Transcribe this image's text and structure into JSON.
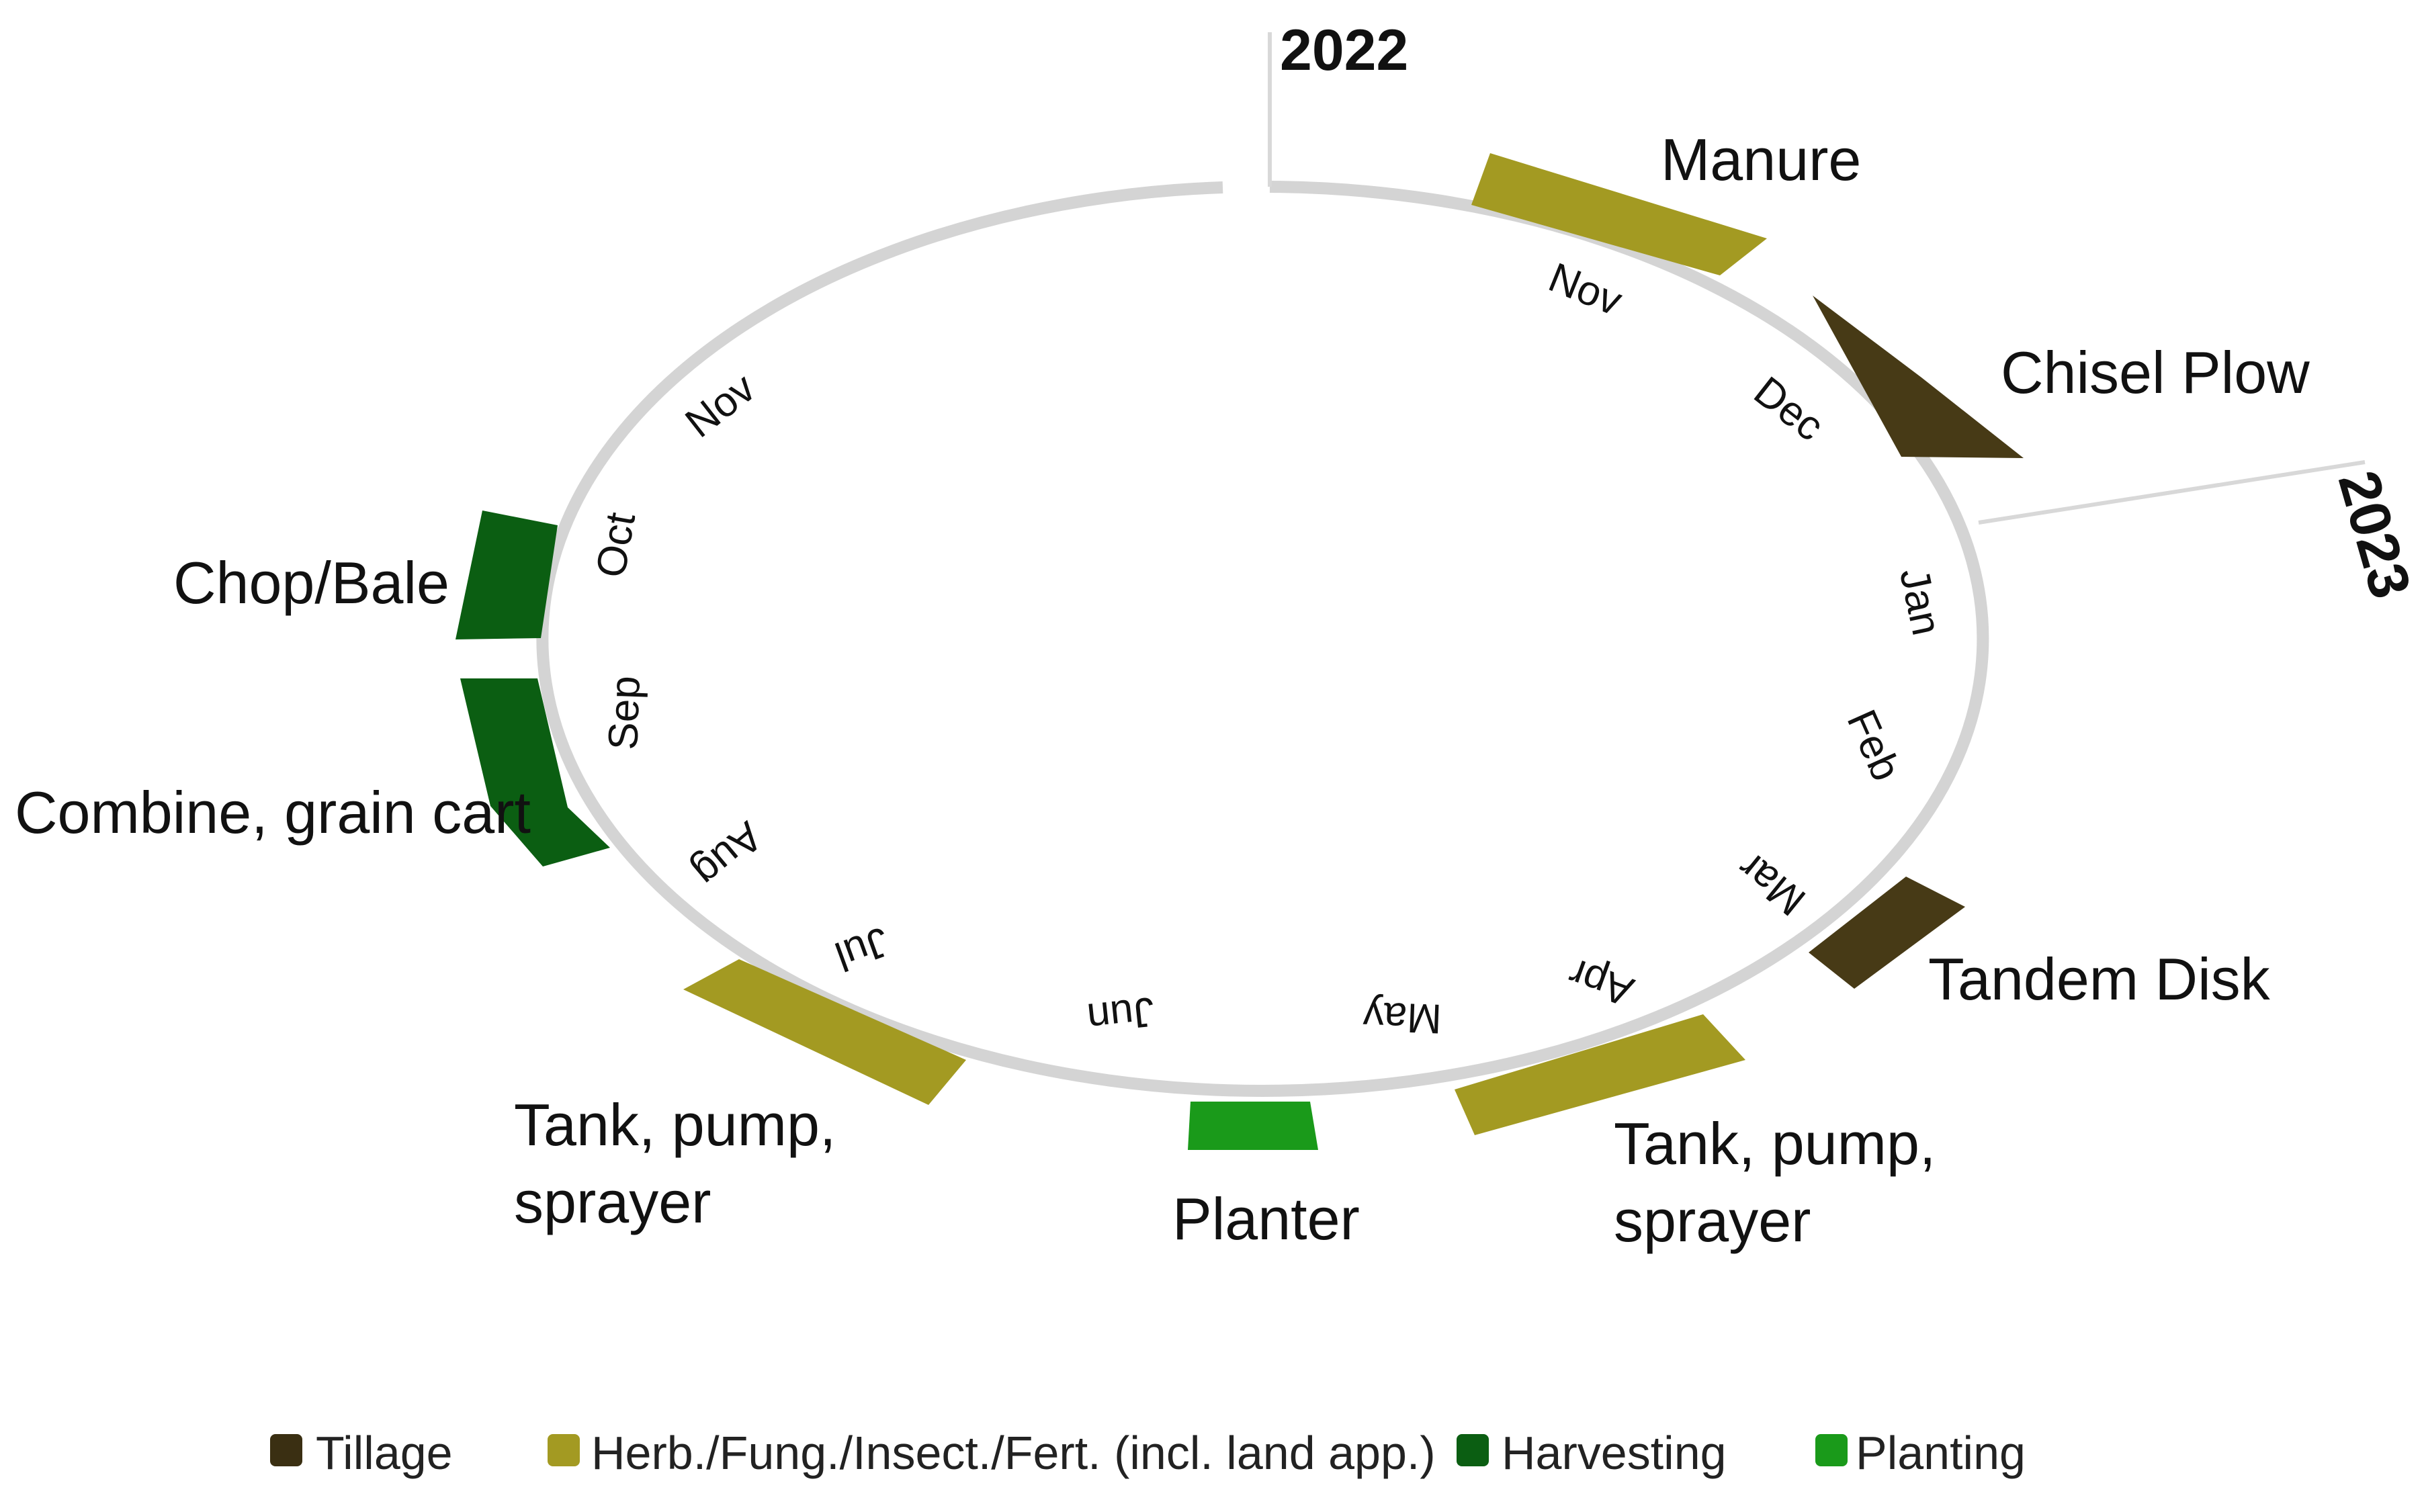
{
  "years": {
    "start": "2022",
    "end": "2023"
  },
  "months": {
    "nov_2022": "Nov",
    "oct": "Oct",
    "sep": "Sep",
    "aug": "Aug",
    "jul": "Jul",
    "jun": "Jun",
    "may": "May",
    "apr": "Apr",
    "mar": "Mar",
    "feb": "Feb",
    "jan": "Jan",
    "dec": "Dec",
    "nov_2023": "Nov"
  },
  "operations": [
    {
      "id": "manure",
      "lines": [
        "Manure"
      ],
      "category": "fert"
    },
    {
      "id": "chisel-plow",
      "lines": [
        "Chisel Plow"
      ],
      "category": "tillage"
    },
    {
      "id": "tandem-disk",
      "lines": [
        "Tandem Disk"
      ],
      "category": "tillage"
    },
    {
      "id": "sprayer-spring",
      "lines": [
        "Tank, pump,",
        "sprayer"
      ],
      "category": "fert"
    },
    {
      "id": "planter",
      "lines": [
        "Planter"
      ],
      "category": "planting"
    },
    {
      "id": "sprayer-summer",
      "lines": [
        "Tank, pump,",
        "sprayer"
      ],
      "category": "fert"
    },
    {
      "id": "combine",
      "lines": [
        "Combine, grain cart"
      ],
      "category": "harvesting"
    },
    {
      "id": "chop-bale",
      "lines": [
        "Chop/Bale"
      ],
      "category": "harvesting"
    }
  ],
  "legend": [
    {
      "key": "tillage",
      "label": "Tillage",
      "color": "#3a2f12"
    },
    {
      "key": "fert",
      "label": "Herb./Fung./Insect./Fert. (incl. land app.)",
      "color": "#a39a22"
    },
    {
      "key": "harvesting",
      "label": "Harvesting",
      "color": "#0b5e12"
    },
    {
      "key": "planting",
      "label": "Planting",
      "color": "#1a9a1a"
    }
  ],
  "colors": {
    "ring": "#d4d4d4",
    "tillage_segment": "#473a16",
    "fert_segment": "#a39a22",
    "harvesting_segment": "#0b5e12",
    "planting_segment": "#1a9a1a"
  }
}
